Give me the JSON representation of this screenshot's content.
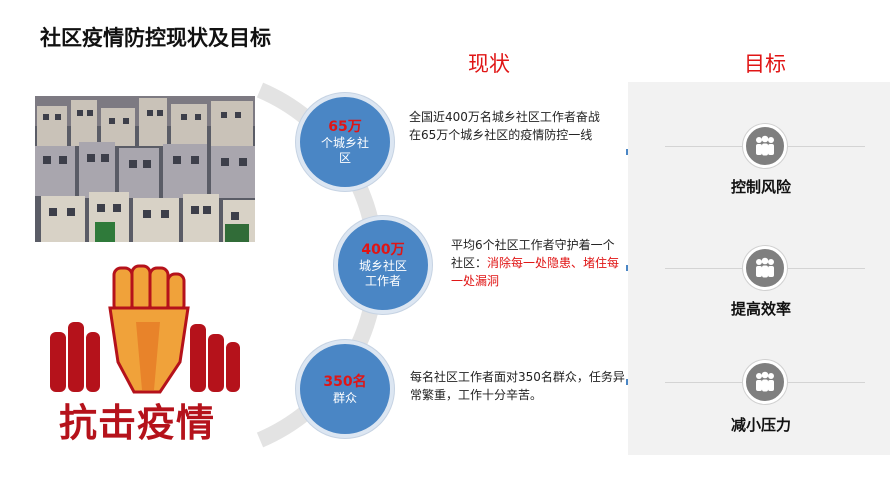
{
  "header": {
    "title": "社区疫情防控现状及目标"
  },
  "columns": {
    "current": "现状",
    "goal": "目标"
  },
  "logo": {
    "text": "抗击疫情"
  },
  "current": [
    {
      "num": "65万",
      "label": "个城乡社区",
      "desc": "全国近400万名城乡社区工作者奋战在65万个城乡社区的疫情防控一线",
      "desc_hl": ""
    },
    {
      "num": "400万",
      "label": "城乡社区工作者",
      "desc": "平均6个社区工作者守护着一个社区：",
      "desc_hl": "消除每一处隐患、堵住每一处漏洞"
    },
    {
      "num": "350名",
      "label": "群众",
      "desc": "每名社区工作者面对350名群众，任务异常繁重，工作十分辛苦。",
      "desc_hl": ""
    }
  ],
  "goals": [
    {
      "label": "控制风险",
      "icon": "people-group-icon"
    },
    {
      "label": "提高效率",
      "icon": "people-group-icon"
    },
    {
      "label": "减小压力",
      "icon": "people-group-icon"
    }
  ],
  "colors": {
    "accent": "#e01515",
    "circle": "#4a86c5",
    "logo_red": "#b5121b",
    "logo_orange": "#f0a23a"
  }
}
